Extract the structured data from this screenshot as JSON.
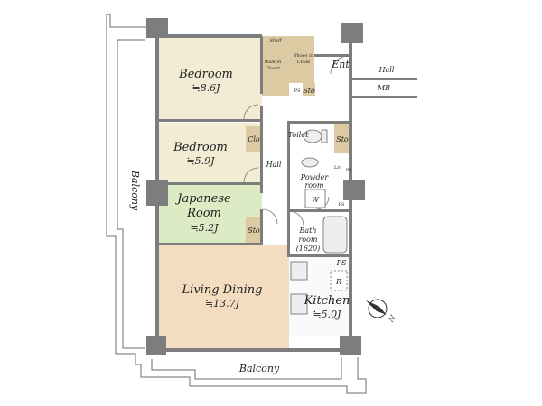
{
  "rooms": {
    "bedroom1": {
      "name": "Bedroom",
      "area": "≒8.6J"
    },
    "bedroom2": {
      "name": "Bedroom",
      "area": "≒5.9J"
    },
    "japanese": {
      "name_line1": "Japanese",
      "name_line2": "Room",
      "area": "≒5.2J"
    },
    "living": {
      "name": "Living Dining",
      "area": "≒13.7J"
    },
    "kitchen": {
      "name": "Kitchen",
      "area": "≒5.0J"
    },
    "bath": {
      "name_line1": "Bath",
      "name_line2": "room",
      "size": "(1620)"
    },
    "powder": {
      "name_line1": "Powder",
      "name_line2": "room"
    }
  },
  "labels": {
    "balcony_left": "Balcony",
    "balcony_bottom": "Balcony",
    "hall_inner": "Hall",
    "hall_outer": "Hall",
    "ent": "Ent",
    "mb": "MB",
    "toilet": "Toilet",
    "clo": "Clo",
    "sto_top": "Sto",
    "sto_toilet": "Sto",
    "sto_japanese": "Sto",
    "lin": "Lin",
    "ps_top": "PS",
    "ps_powder": "PS",
    "ps_bath": "PS",
    "ps_kitchen": "PS",
    "w": "W",
    "r": "R",
    "shelf": "Shelf",
    "walk_in_line1": "Walk-in",
    "walk_in_line2": "Closet",
    "shoes_line1": "Shoes in",
    "shoes_line2": "Cloak",
    "compass": "N"
  },
  "colors": {
    "bedroom": "#f3ecd5",
    "japanese": "#dcebc4",
    "living": "#f3dcc0",
    "kitchen": "#fafafa",
    "closet": "#dccaa2",
    "hall": "#ffffff",
    "wall": "#7d7d7d"
  }
}
